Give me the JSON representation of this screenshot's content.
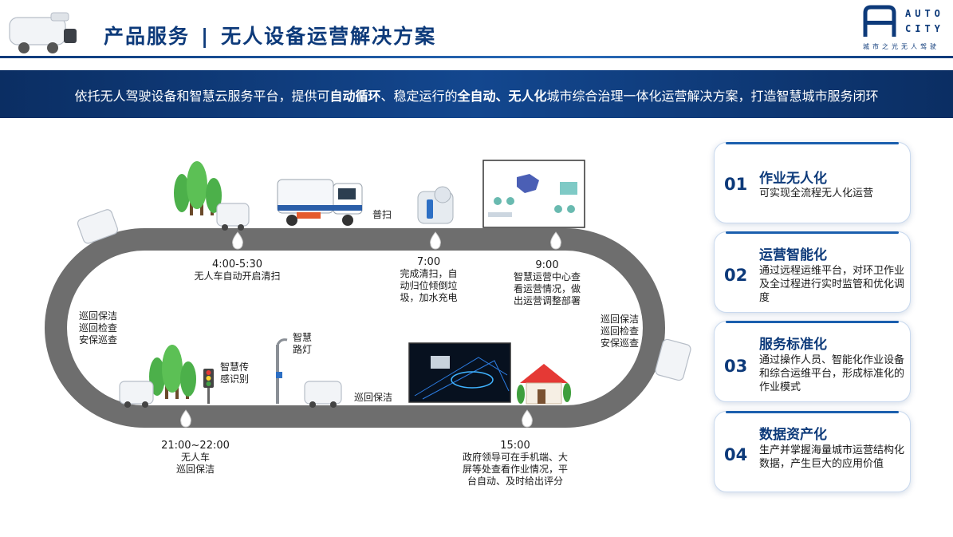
{
  "header": {
    "title_left": "产品服务",
    "separator": "|",
    "title_right": "无人设备运营解决方案",
    "logo_line1": "AUTO",
    "logo_line2": "CITY",
    "logo_sub": "城市之光无人驾驶"
  },
  "banner": {
    "part1": "依托无人驾驶设备和智慧云服务平台，提供可",
    "bold1": "自动循环",
    "part2": "、稳定运行的",
    "bold2": "全自动、无人化",
    "part3": "城市综合治理一体化运营解决方案，打造智慧城市服务闭环"
  },
  "diagram": {
    "sweep_label": "普扫",
    "light_label1": "智慧",
    "light_label2": "路灯",
    "traffic_label1": "智慧传",
    "traffic_label2": "感识别",
    "patrol_label": "巡回保洁",
    "left_lines": [
      "巡回保洁",
      "巡回检查",
      "安保巡查"
    ],
    "right_lines": [
      "巡回保洁",
      "巡回检查",
      "安保巡查"
    ],
    "stops": [
      {
        "time": "4:00-5:30",
        "lines": [
          "无人车自动开启清扫"
        ]
      },
      {
        "time": "7:00",
        "lines": [
          "完成清扫，自",
          "动归位倾倒垃",
          "圾，加水充电"
        ]
      },
      {
        "time": "9:00",
        "lines": [
          "智慧运营中心查",
          "看运营情况，做",
          "出运营调整部署"
        ]
      },
      {
        "time": "21:00~22:00",
        "lines": [
          "无人车",
          "巡回保洁"
        ]
      },
      {
        "time": "15:00",
        "lines": [
          "政府领导可在手机端、大",
          "屏等处查看作业情况，平",
          "台自动、及时给出评分"
        ]
      }
    ]
  },
  "cards": [
    {
      "num": "01",
      "title": "作业无人化",
      "desc": "可实现全流程无人化运营"
    },
    {
      "num": "02",
      "title": "运营智能化",
      "desc": "通过远程运维平台，对环卫作业及全过程进行实时监管和优化调度"
    },
    {
      "num": "03",
      "title": "服务标准化",
      "desc": "通过操作人员、智能化作业设备和综合运维平台，形成标准化的作业模式"
    },
    {
      "num": "04",
      "title": "数据资产化",
      "desc": "生产并掌握海量城市运营结构化数据，产生巨大的应用价值"
    }
  ],
  "colors": {
    "brand": "#0d3a7a",
    "track": "#6e6e6e",
    "tree": "#4cb04a"
  }
}
